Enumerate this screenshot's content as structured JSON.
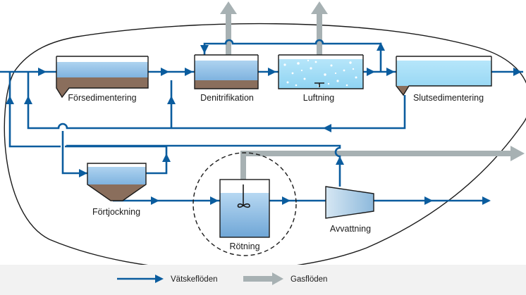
{
  "labels": {
    "forsedimentering": "Försedimentering",
    "denitrifikation": "Denitrifikation",
    "luftning": "Luftning",
    "slutsedimentering": "Slutsedimentering",
    "fortjockning": "Förtjockning",
    "rotning": "Rötning",
    "avvattning": "Avvattning"
  },
  "legend": {
    "liquid": "Vätskeflöden",
    "gas": "Gasflöden"
  },
  "colors": {
    "liquid_flow": "#0a5c9e",
    "gas_flow": "#a7b1b3",
    "water_light": "#bfdff3",
    "water_mid": "#8fc1e6",
    "water_cyan": "#a6def7",
    "sludge": "#8a6e5c",
    "outline": "#1a1a1a",
    "legend_bg": "#f2f2f2"
  }
}
